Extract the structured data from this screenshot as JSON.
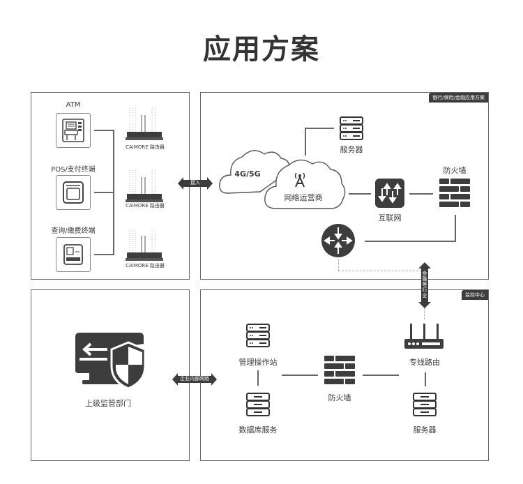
{
  "title": "应用方案",
  "panels": {
    "terminals": {
      "devices": [
        {
          "label": "ATM",
          "icon": "atm-icon"
        },
        {
          "label": "POS/支付终端",
          "icon": "pos-terminal-icon"
        },
        {
          "label": "查询/缴费终端",
          "icon": "kiosk-icon"
        }
      ],
      "routers": [
        {
          "label": "CAIMORE 路由器"
        },
        {
          "label": "CAIMORE 路由器"
        },
        {
          "label": "CAIMORE 路由器"
        }
      ]
    },
    "bank": {
      "tag": "银行/保险/金融应用方案",
      "cloud_left": "4G/5G",
      "cloud_right": "网络运营商",
      "server": "服务器",
      "internet": "互联网",
      "firewall": "防火墙"
    },
    "regulator": {
      "label": "上级监管部门"
    },
    "monitor": {
      "tag": "监控中心",
      "workstation": "管理操作站",
      "database": "数据库服务",
      "firewall": "防火墙",
      "dedicated_router": "专线路由",
      "server": "服务器"
    }
  },
  "connectors": {
    "access": "接入",
    "industry": "金融等行业",
    "intranet": "企业内部网络"
  }
}
